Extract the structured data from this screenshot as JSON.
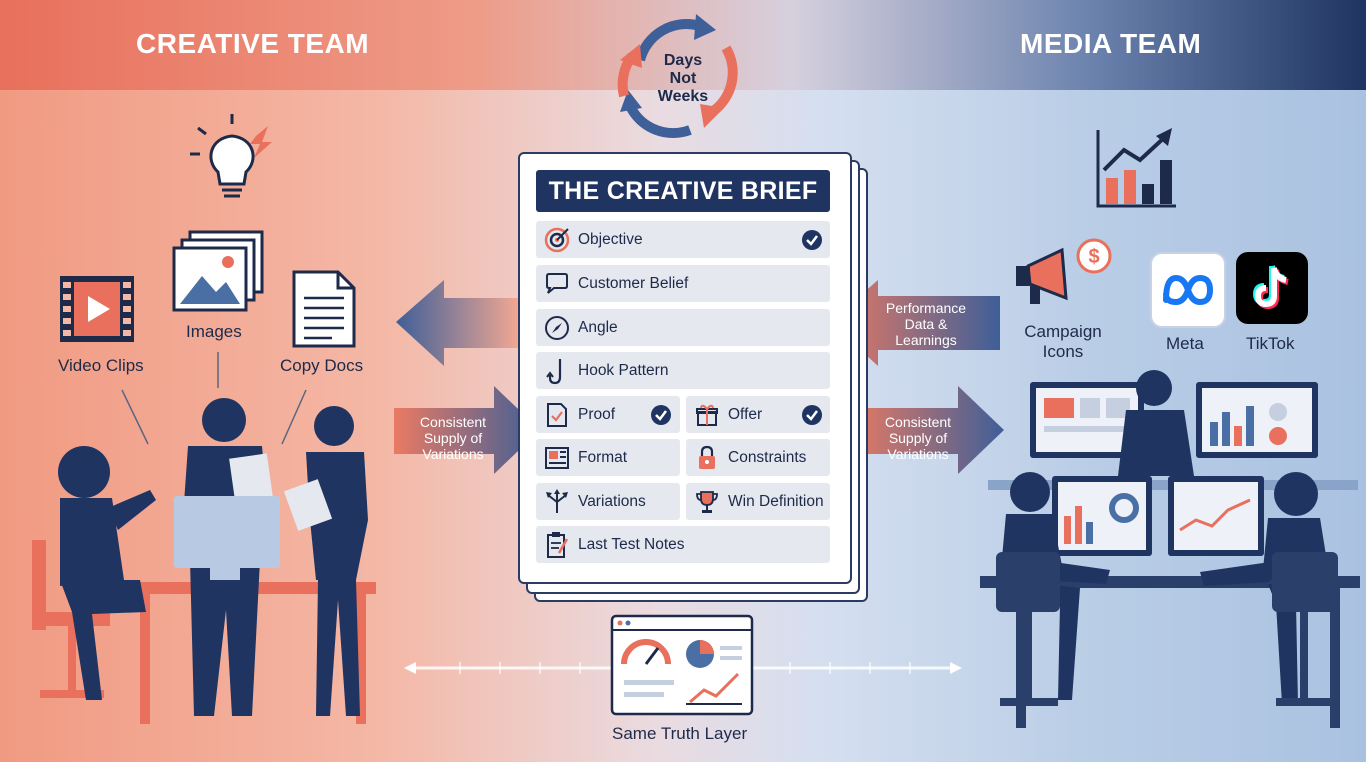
{
  "header": {
    "left_title": "CREATIVE TEAM",
    "right_title": "MEDIA TEAM"
  },
  "cycle": {
    "line1": "Days",
    "line2": "Not",
    "line3": "Weeks"
  },
  "assets": {
    "images": "Images",
    "video": "Video Clips",
    "copy": "Copy Docs"
  },
  "brief": {
    "title": "THE CREATIVE BRIEF",
    "rows": [
      {
        "label": "Objective",
        "icon": "target-icon"
      },
      {
        "label": "Customer Belief",
        "icon": "speech-bubble-icon"
      },
      {
        "label": "Angle",
        "icon": "compass-icon"
      },
      {
        "label": "Hook Pattern",
        "icon": "hook-icon"
      },
      {
        "label": "Proof",
        "icon": "document-check-icon"
      },
      {
        "label": "Offer",
        "icon": "gift-icon"
      },
      {
        "label": "Format",
        "icon": "layout-icon"
      },
      {
        "label": "Constraints",
        "icon": "lock-icon"
      },
      {
        "label": "Variations",
        "icon": "split-arrows-icon"
      },
      {
        "label": "Win Definition",
        "icon": "trophy-icon"
      },
      {
        "label": "Last Test Notes",
        "icon": "clipboard-icon"
      }
    ]
  },
  "arrows": {
    "left_supply_1": "Consistent",
    "left_supply_2": "Supply of",
    "left_supply_3": "Variations",
    "right_supply_1": "Consistent",
    "right_supply_2": "Supply of",
    "right_supply_3": "Variations",
    "perf_1": "Performance",
    "perf_2": "Data &",
    "perf_3": "Learnings"
  },
  "media": {
    "campaign_1": "Campaign",
    "campaign_2": "Icons",
    "meta": "Meta",
    "tiktok": "TikTok"
  },
  "footer": {
    "truth": "Same Truth Layer"
  },
  "colors": {
    "navy": "#1f3461",
    "coral": "#e8705c",
    "steel_blue": "#4a6fa5"
  }
}
